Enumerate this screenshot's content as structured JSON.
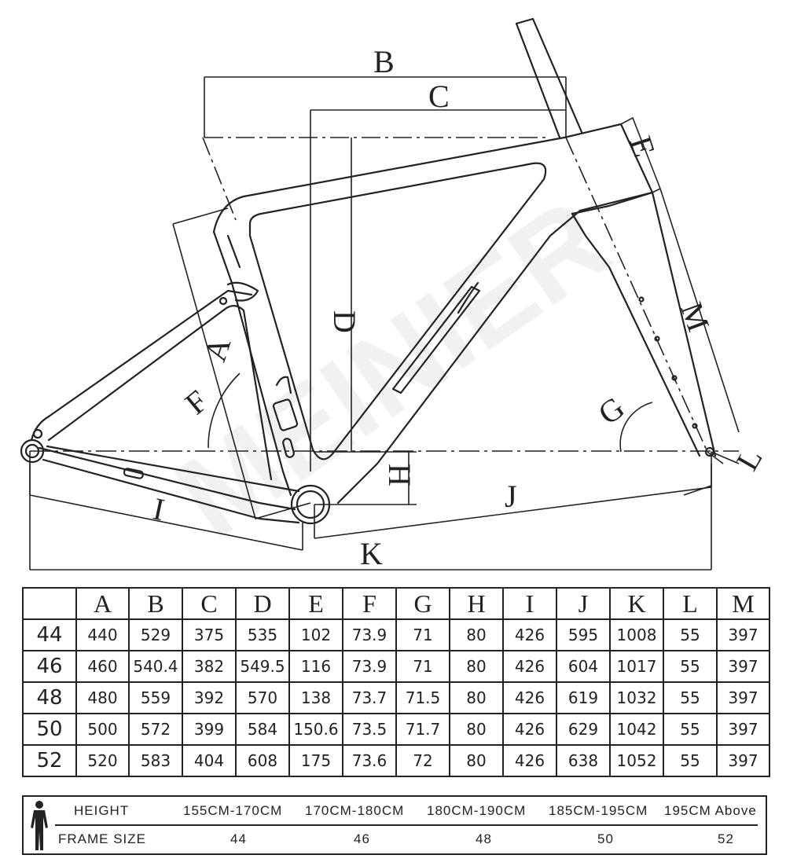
{
  "diagram": {
    "labels": {
      "A": "A",
      "B": "B",
      "C": "C",
      "D": "D",
      "E": "E",
      "F": "F",
      "G": "G",
      "H": "H",
      "I": "I",
      "J": "J",
      "K": "K",
      "L": "L",
      "M": "M"
    },
    "watermark": "MEINIER"
  },
  "geometry_table": {
    "headers": [
      "",
      "A",
      "B",
      "C",
      "D",
      "E",
      "F",
      "G",
      "H",
      "I",
      "J",
      "K",
      "L",
      "M"
    ],
    "rows": [
      [
        "44",
        "440",
        "529",
        "375",
        "535",
        "102",
        "73.9",
        "71",
        "80",
        "426",
        "595",
        "1008",
        "55",
        "397"
      ],
      [
        "46",
        "460",
        "540.4",
        "382",
        "549.5",
        "116",
        "73.9",
        "71",
        "80",
        "426",
        "604",
        "1017",
        "55",
        "397"
      ],
      [
        "48",
        "480",
        "559",
        "392",
        "570",
        "138",
        "73.7",
        "71.5",
        "80",
        "426",
        "619",
        "1032",
        "55",
        "397"
      ],
      [
        "50",
        "500",
        "572",
        "399",
        "584",
        "150.6",
        "73.5",
        "71.7",
        "80",
        "426",
        "629",
        "1042",
        "55",
        "397"
      ],
      [
        "52",
        "520",
        "583",
        "404",
        "608",
        "175",
        "73.6",
        "72",
        "80",
        "426",
        "638",
        "1052",
        "55",
        "397"
      ]
    ]
  },
  "size_guide": {
    "icon": "person-silhouette-icon",
    "height_label": "HEIGHT",
    "frame_size_label": "FRAME SIZE",
    "heights": [
      "155CM-170CM",
      "170CM-180CM",
      "180CM-190CM",
      "185CM-195CM",
      "195CM Above"
    ],
    "frame_sizes": [
      "44",
      "46",
      "48",
      "50",
      "52"
    ]
  }
}
